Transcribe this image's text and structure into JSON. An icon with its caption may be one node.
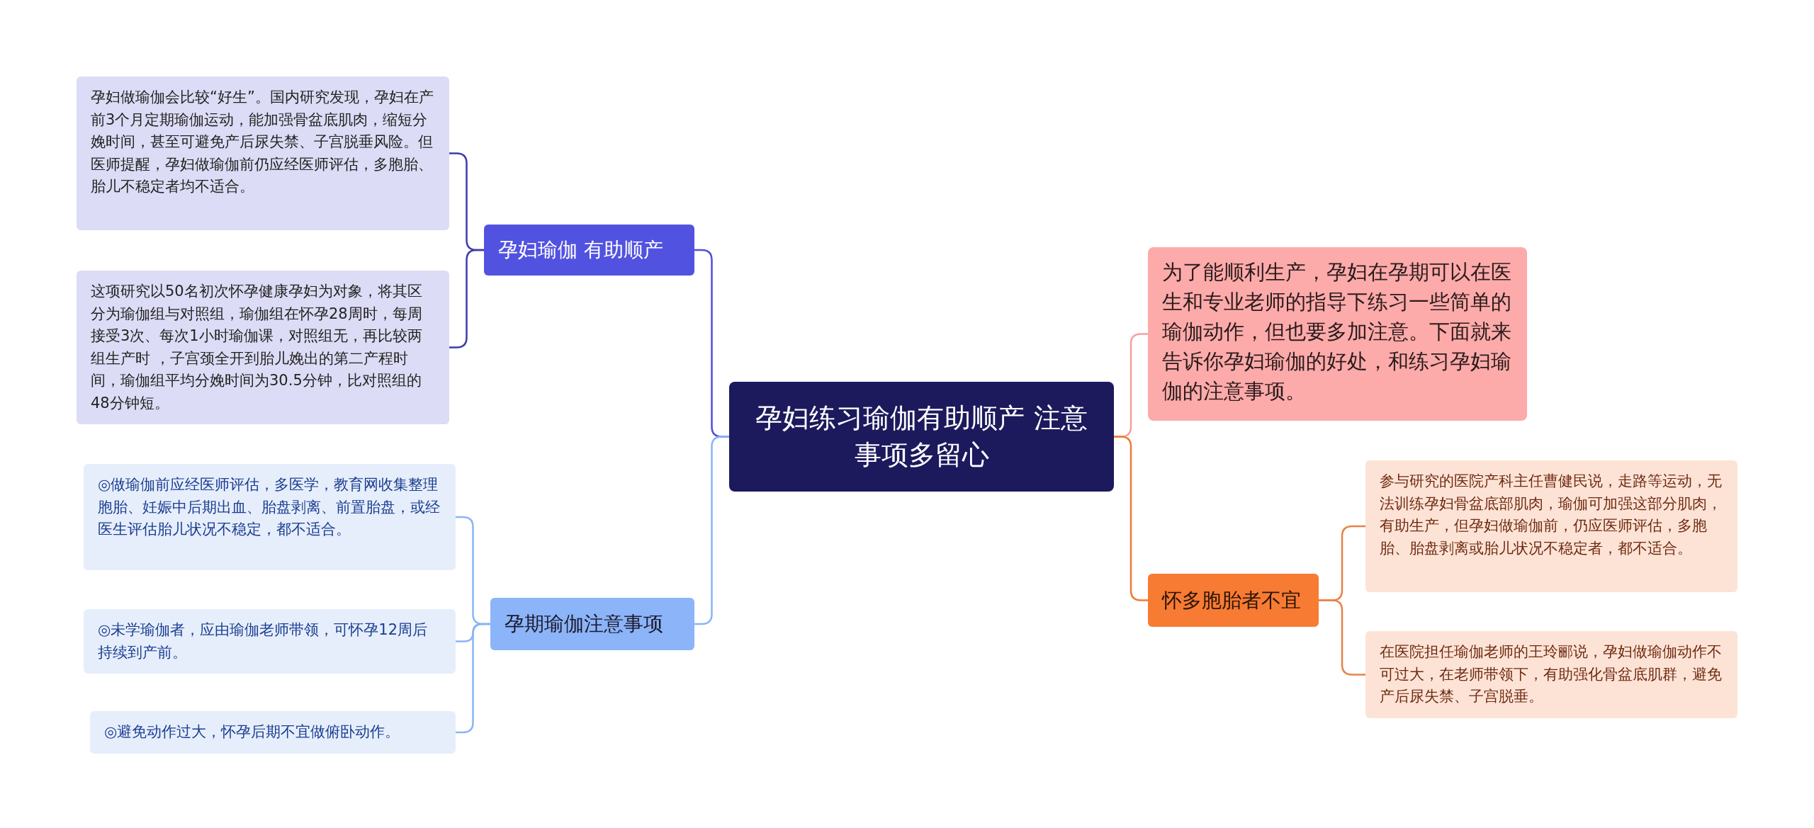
{
  "diagram": {
    "nodes": [
      {
        "text": [
          "孕妇练习瑜伽有助顺产 注意事项多留心"
        ]
      },
      {
        "text": [
          "孕妇瑜伽 有助顺产"
        ]
      },
      {
        "text": [
          "孕妇做瑜伽会比较“好生”。国内研究发现，孕妇在产前3个月定期瑜伽运动，能加强骨盆底肌肉，缩短分娩时间，甚至可避免产后尿失禁、子宫脱垂风险。但医师提醒，孕妇做瑜伽前仍应经医师评估，多胞胎、胎儿不稳定者均不适合。"
        ]
      },
      {
        "text": [
          "这项研究以50名初次怀孕健康孕妇为对象，将其区分为瑜伽组与对照组，瑜伽组在怀孕28周时，每周接受3次、每次1小时瑜伽课，对照组无，再比较两组生产时 ，子宫颈全开到胎儿娩出的第二产程时间，瑜伽组平均分娩时间为30.5分钟，比对照组的48分钟短。"
        ]
      },
      {
        "text": [
          "孕期瑜伽注意事项"
        ]
      },
      {
        "text": [
          "◎做瑜伽前应经医师评估，多医学，教育网收集整理胞胎、妊娠中后期出血、胎盘剥离、前置胎盘，或经医生评估胎儿状况不稳定，都不适合。"
        ]
      },
      {
        "text": [
          "◎未学瑜伽者，应由瑜伽老师带领，可怀孕12周后持续到产前。"
        ]
      },
      {
        "text": [
          "◎避免动作过大，怀孕后期不宜做俯卧动作。"
        ]
      },
      {
        "text": [
          "为了能顺利生产，孕妇在孕期可以在医生和专业老师的指导下练习一些简单的瑜伽动作，但也要多加注意。下面就来告诉你孕妇瑜伽的好处，和练习孕妇瑜伽的注意事项。"
        ]
      },
      {
        "text": [
          "怀多胞胎者不宜"
        ]
      },
      {
        "text": [
          "参与研究的医院产科主任曹健民说，走路等运动，无法训练孕妇骨盆底部肌肉，瑜伽可加强这部分肌肉，有助生产，但孕妇做瑜伽前，仍应医师评估，多胞胎、胎盘剥离或胎儿状况不稳定者，都不适合。"
        ]
      },
      {
        "text": [
          "在医院担任瑜伽老师的王玲郦说，孕妇做瑜伽动作不可过大，在老师带领下，有助强化骨盆底肌群，避免产后尿失禁、子宫脱垂。"
        ]
      }
    ],
    "edges": [
      {
        "from": 0,
        "to": 1,
        "arrow": "none",
        "color": "#4f4fd6"
      },
      {
        "from": 1,
        "to": 2,
        "arrow": "none",
        "color": "#3c3ca8"
      },
      {
        "from": 1,
        "to": 3,
        "arrow": "none",
        "color": "#3c3ca8"
      },
      {
        "from": 0,
        "to": 4,
        "arrow": "none",
        "color": "#8ab4f8"
      },
      {
        "from": 4,
        "to": 5,
        "arrow": "none",
        "color": "#8ab4f8"
      },
      {
        "from": 4,
        "to": 6,
        "arrow": "none",
        "color": "#8ab4f8"
      },
      {
        "from": 4,
        "to": 7,
        "arrow": "none",
        "color": "#8ab4f8"
      },
      {
        "from": 0,
        "to": 8,
        "arrow": "none",
        "color": "#f4a0a0"
      },
      {
        "from": 0,
        "to": 9,
        "arrow": "none",
        "color": "#f07a30"
      },
      {
        "from": 9,
        "to": 10,
        "arrow": "none",
        "color": "#e8824a"
      },
      {
        "from": 9,
        "to": 11,
        "arrow": "none",
        "color": "#e8824a"
      }
    ]
  }
}
